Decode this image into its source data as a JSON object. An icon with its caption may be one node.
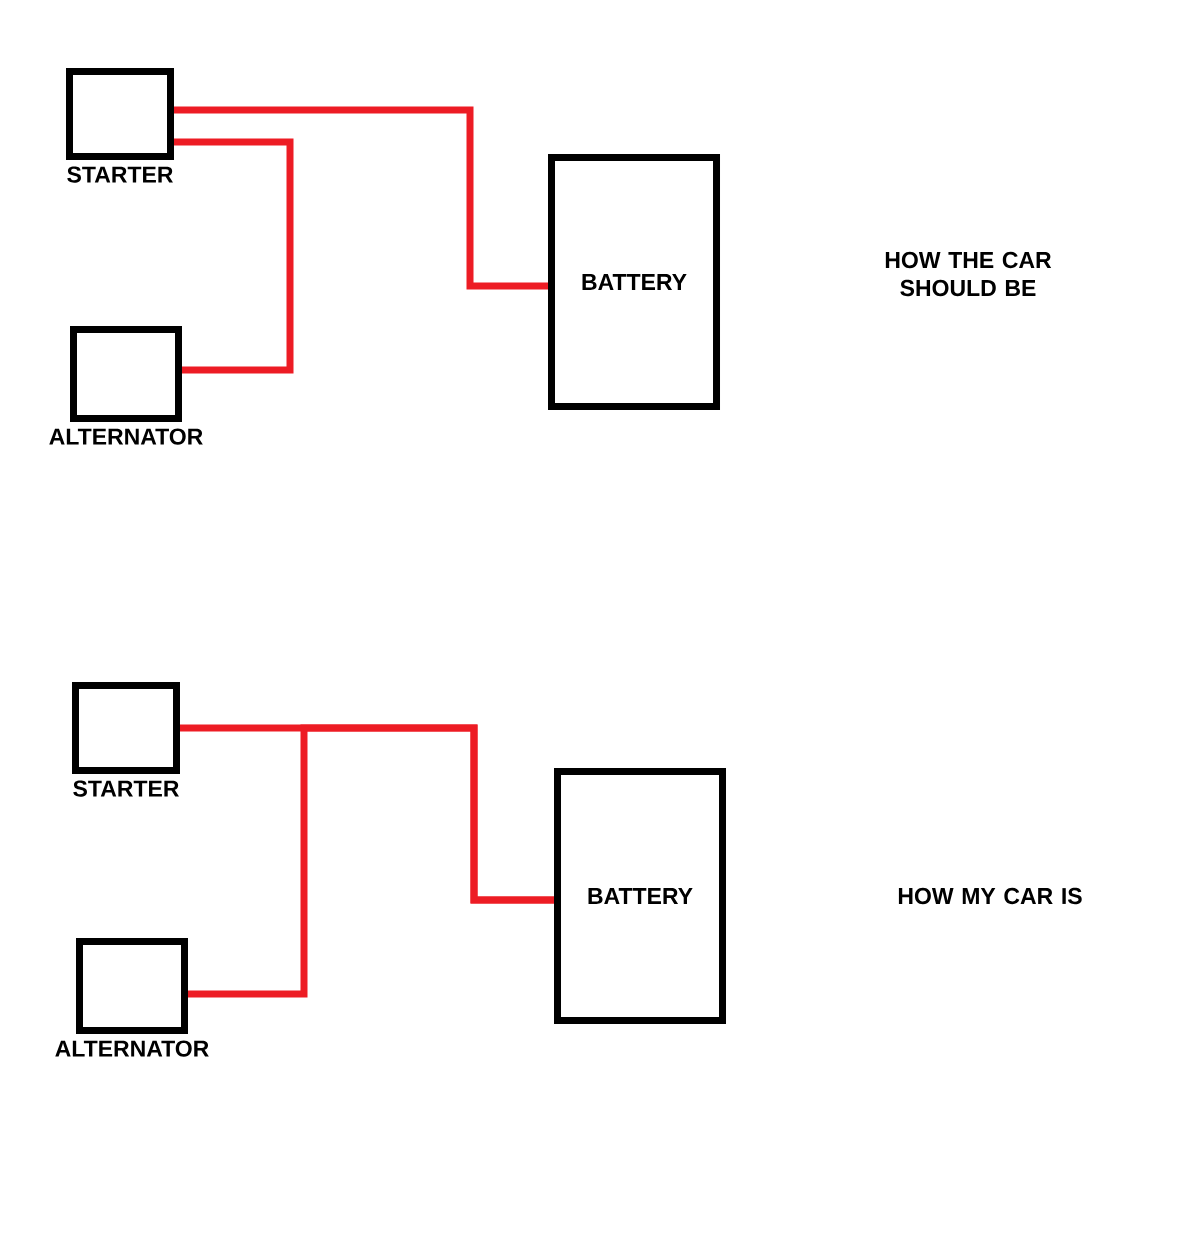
{
  "diagram": {
    "nodes": [
      {
        "text": [
          "STARTER"
        ]
      },
      {
        "text": [
          "ALTERNATOR"
        ]
      },
      {
        "text": [
          "BATTERY"
        ]
      },
      {
        "text": [
          "STARTER"
        ]
      },
      {
        "text": [
          "ALTERNATOR"
        ]
      },
      {
        "text": [
          "BATTERY"
        ]
      }
    ],
    "edges": [
      {
        "from": 0,
        "to": 2,
        "arrow": "none"
      },
      {
        "from": 1,
        "to": 0,
        "arrow": "none"
      },
      {
        "from": 3,
        "to": 5,
        "arrow": "none"
      },
      {
        "from": 4,
        "to": 5,
        "arrow": "none"
      }
    ],
    "labels": [
      "HOW THE CAR SHOULD BE",
      "HOW MY CAR IS"
    ]
  }
}
